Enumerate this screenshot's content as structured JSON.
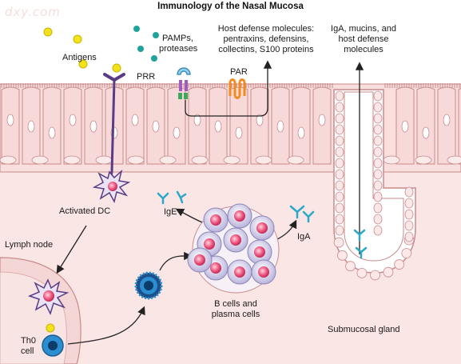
{
  "title": "Immunology of the Nasal Mucosa",
  "watermark": "dxy.com",
  "labels": {
    "antigens": "Antigens",
    "pamps": [
      "PAMPs,",
      "proteases"
    ],
    "prr": "PRR",
    "par": "PAR",
    "host_defense": [
      "Host defense molecules:",
      "pentraxins, defensins,",
      "collectins, S100 proteins"
    ],
    "iga_mucins": [
      "IgA, mucins, and",
      "host defense",
      "molecules"
    ],
    "activated_dc": "Activated DC",
    "ige": "IgE",
    "iga": "IgA",
    "lymph_node": "Lymph node",
    "th0": [
      "Th0",
      "cell"
    ],
    "bcells": [
      "B cells and",
      "plasma cells"
    ],
    "submucosal_gland": "Submucosal gland"
  },
  "colors": {
    "tissue": "#fbe6e6",
    "cell_fill": "#f7d9d9",
    "cell_stroke": "#c98a8a",
    "antigen": "#f2e21a",
    "pamp": "#1fa39a",
    "dendritic": "#5a3c86",
    "par": "#f28a1e",
    "antibody": "#2aa8c8",
    "nucleus": "#e8406a"
  }
}
